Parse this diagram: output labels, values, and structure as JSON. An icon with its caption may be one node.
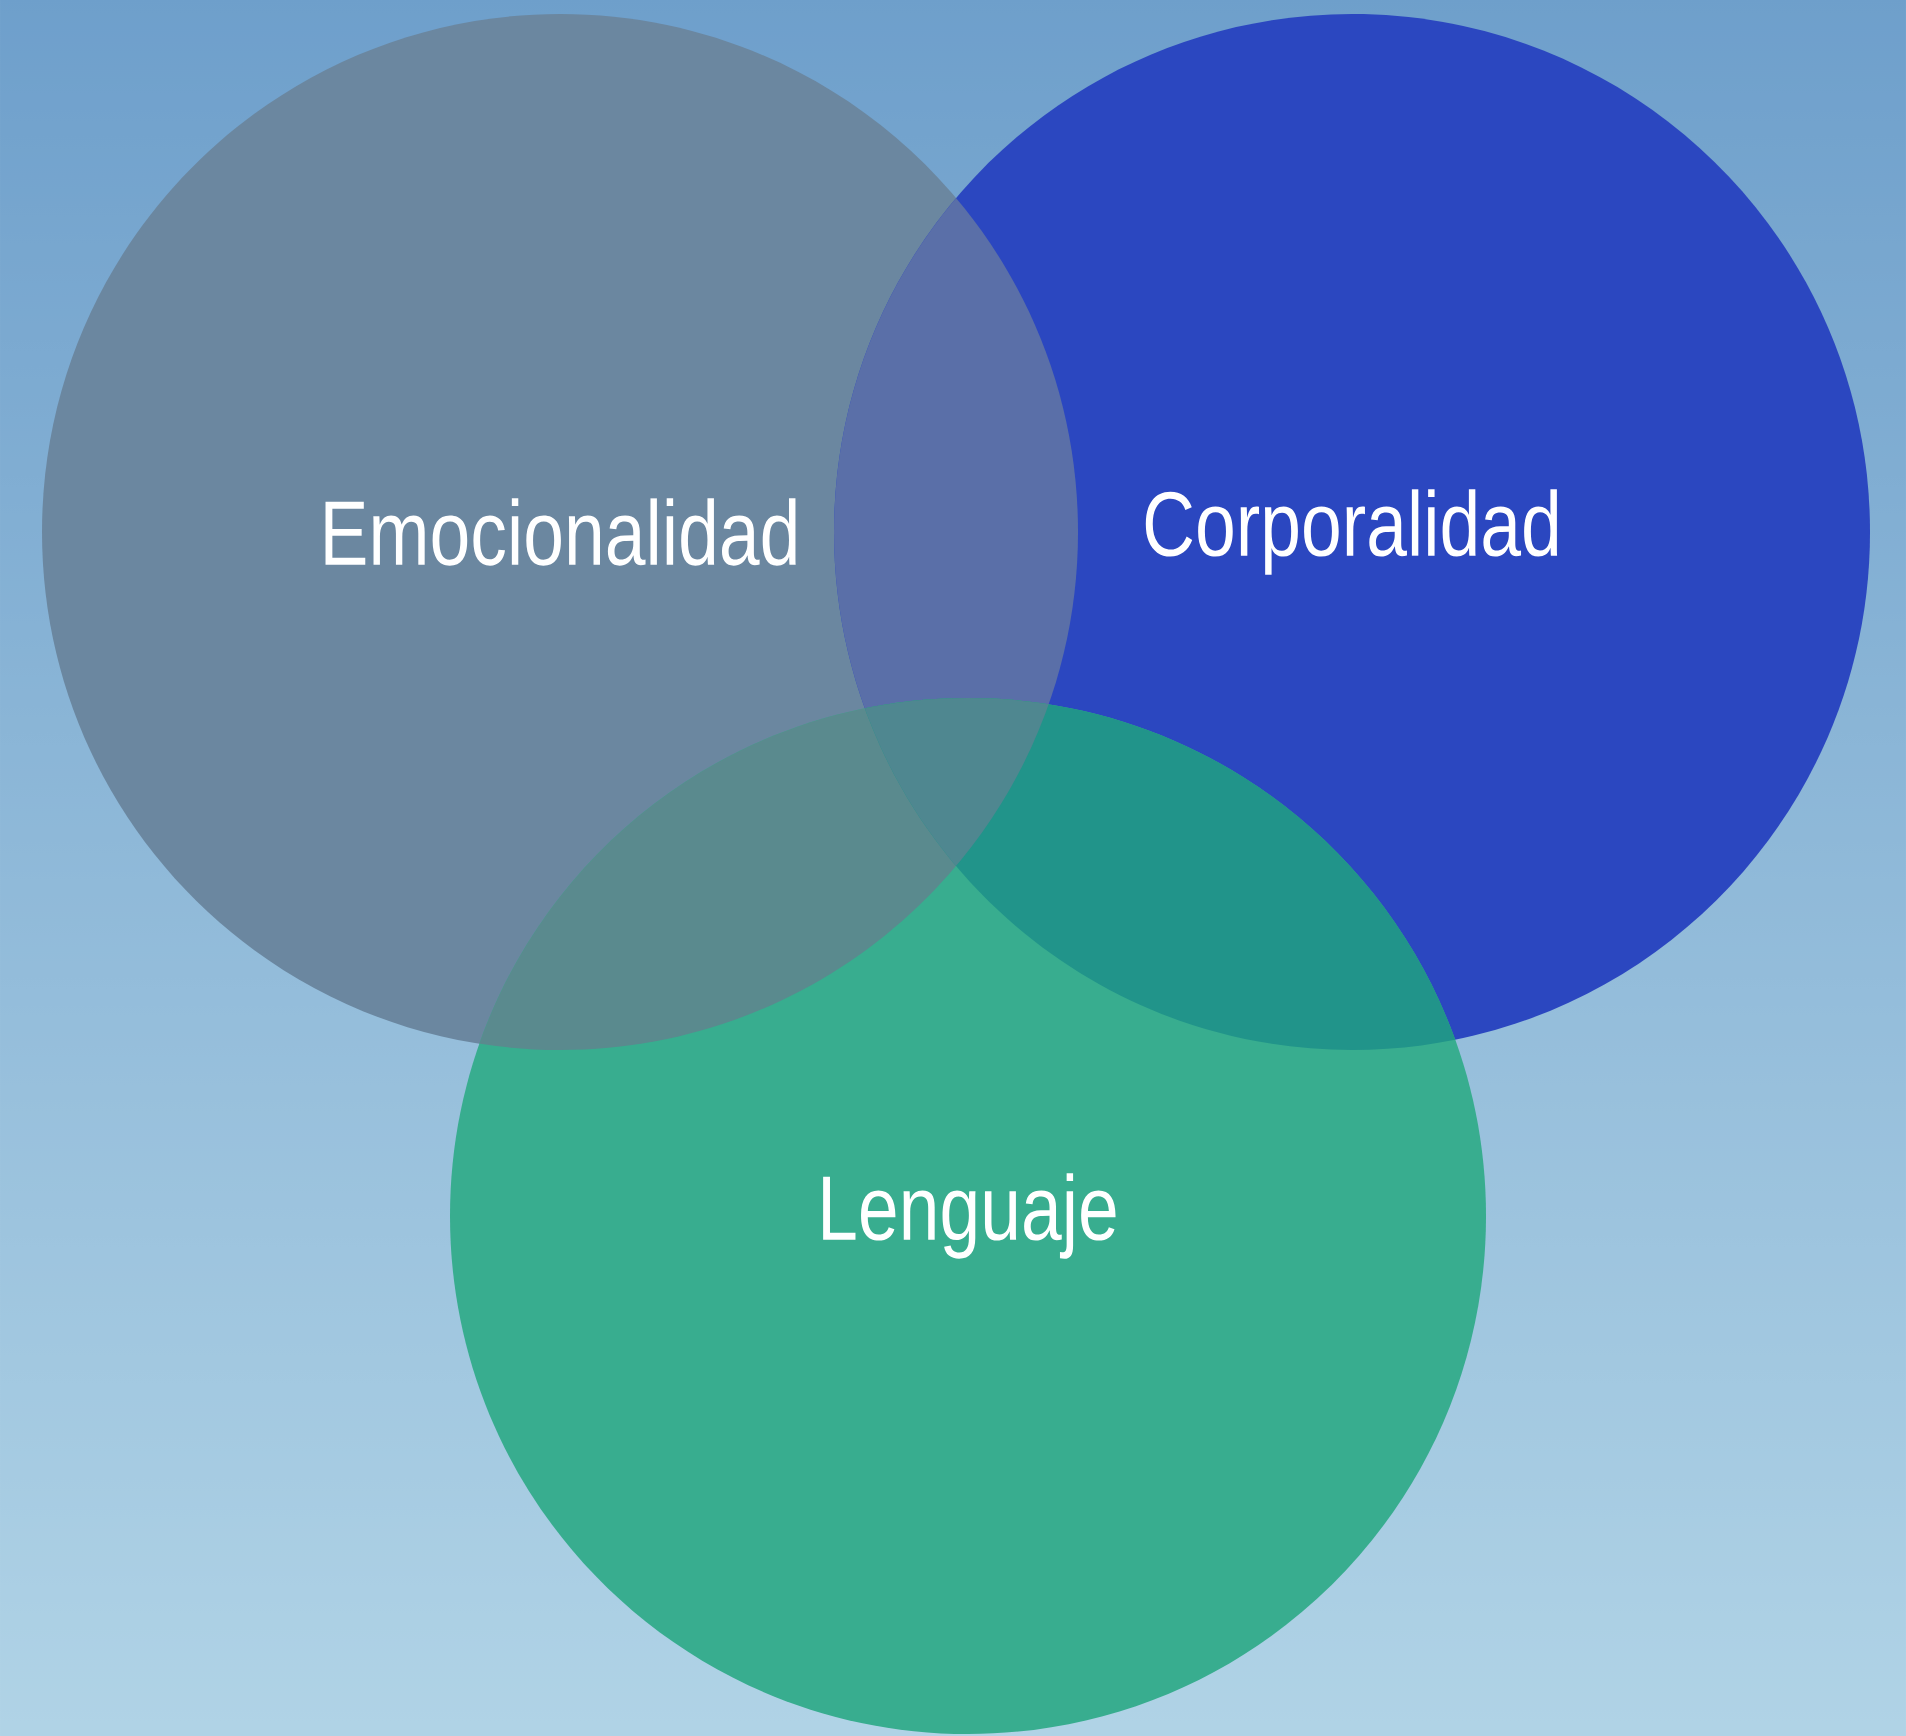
{
  "diagram": {
    "nodes": [
      {
        "text": [
          "Emocionalidad"
        ]
      },
      {
        "text": [
          "Corporalidad"
        ]
      },
      {
        "text": [
          "Lenguaje"
        ]
      }
    ]
  }
}
